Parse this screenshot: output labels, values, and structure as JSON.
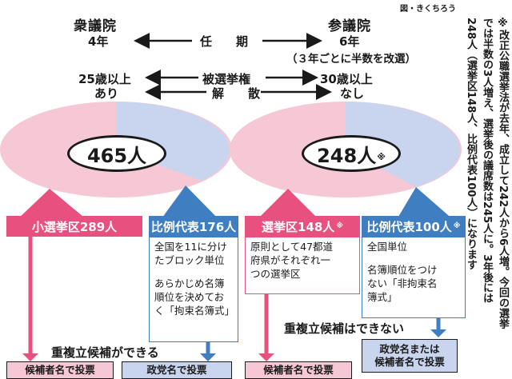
{
  "credit": "図・きくちろう",
  "lower_house": {
    "name": "衆議院",
    "term": "4年",
    "age": "25歳以上",
    "dissolution": "あり",
    "total": "465人",
    "district_label": "小選挙区289人",
    "pr_label": "比例代表176人",
    "pr_desc": [
      "全国を11に分け",
      "たブロック単位"
    ],
    "pr_desc2": [
      "あらかじめ名簿",
      "順位を決めてお",
      "く「拘束名簿式」"
    ],
    "dual_candidacy": "重複立候補ができる",
    "district_ballot": "候補者名で投票",
    "pr_ballot": "政党名で投票"
  },
  "upper_house": {
    "name": "参議院",
    "term": "6年",
    "term_note": "（３年ごとに半数を改選）",
    "age": "30歳以上",
    "dissolution": "なし",
    "total": "248人",
    "district_label": "選挙区148人",
    "pr_label": "比例代表100人",
    "district_desc": [
      "原則として47都道",
      "府県がそれぞれ一",
      "つの選挙区"
    ],
    "pr_desc": [
      "全国単位"
    ],
    "pr_desc2": [
      "名簿順位をつけ",
      "ない「非拘束名",
      "簿式」"
    ],
    "dual_candidacy": "重複立候補はできない",
    "district_ballot": "候補者名で投票",
    "pr_ballot": [
      "政党名または",
      "候補者名で投票"
    ]
  },
  "middle": {
    "term": "任　　期",
    "age": "被選挙権",
    "dissolution": "解　　散"
  },
  "mark": "※",
  "note_lines": [
    "※改正公職選挙法が去年、成立して242人から6人増。今回の選挙",
    "では半数の3人増え、選挙後の議席数は245人に。3年後には",
    "248人（選挙区148人、比例代表100人）になります"
  ],
  "colors": {
    "pink": "#e8507f",
    "blue": "#3f7ec0",
    "pink_light": "#f6c8d5",
    "blue_light": "#c9d4ee"
  }
}
